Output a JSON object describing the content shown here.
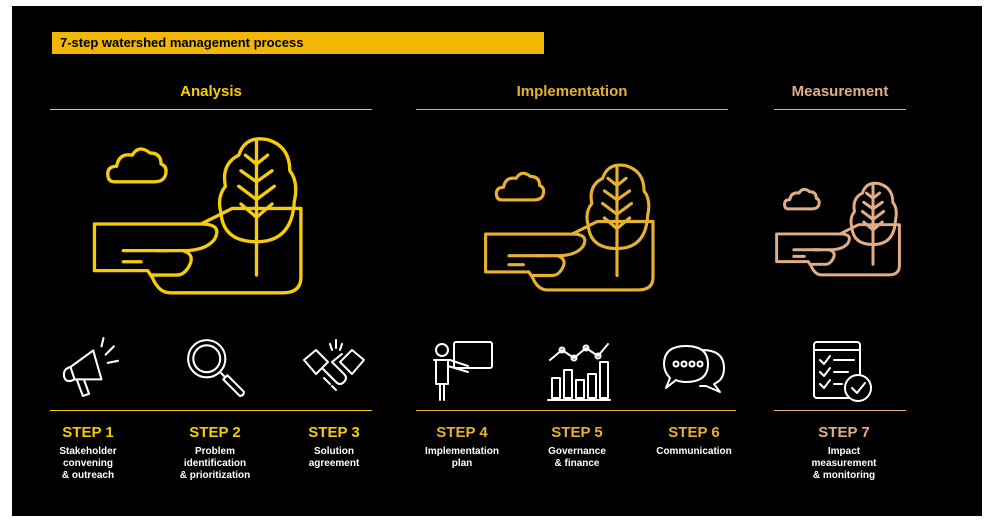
{
  "title": "7-step watershed management process",
  "colors": {
    "analysis": "#f7cc06",
    "implementation": "#e6b031",
    "measurement": "#e0ad86",
    "text": "#ffffff",
    "background": "#000000"
  },
  "sections": [
    {
      "label": "Analysis"
    },
    {
      "label": "Implementation"
    },
    {
      "label": "Measurement"
    }
  ],
  "steps": [
    {
      "label": "STEP 1",
      "desc": [
        "Stakeholder",
        "convening",
        "& outreach"
      ],
      "icon": "megaphone-icon"
    },
    {
      "label": "STEP 2",
      "desc": [
        "Problem",
        "identification",
        "& prioritization"
      ],
      "icon": "magnifier-icon"
    },
    {
      "label": "STEP 3",
      "desc": [
        "Solution",
        "agreement"
      ],
      "icon": "handshake-icon"
    },
    {
      "label": "STEP 4",
      "desc": [
        "Implementation",
        "plan"
      ],
      "icon": "presenter-icon"
    },
    {
      "label": "STEP 5",
      "desc": [
        "Governance",
        "& finance"
      ],
      "icon": "bar-chart-icon"
    },
    {
      "label": "STEP 6",
      "desc": [
        "Communication"
      ],
      "icon": "speech-bubbles-icon"
    },
    {
      "label": "STEP 7",
      "desc": [
        "Impact",
        "measurement",
        "& monitoring"
      ],
      "icon": "checklist-icon"
    }
  ]
}
